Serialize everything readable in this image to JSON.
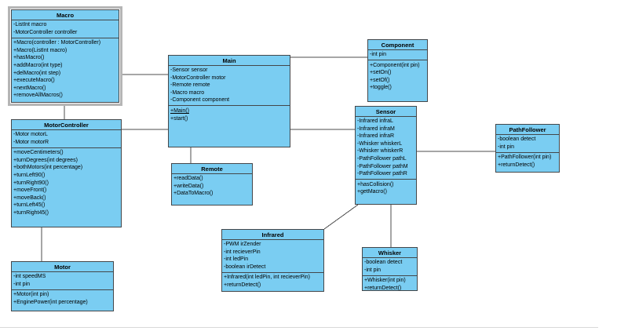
{
  "diagram": {
    "colors": {
      "box_fill": "#7acdf2",
      "box_border": "#44474a",
      "connector": "#4d4d4d",
      "selection_frame": "#b5b5b5",
      "background": "#ffffff"
    },
    "classes": {
      "macro": {
        "title": "Macro",
        "attributes": [
          "-ListInt macro",
          "-MotorController controller"
        ],
        "methods": [
          "+Macro(controller : MotorController)",
          "+Macro(ListInt macro)",
          "+hasMacro()",
          "+addMacro(int type)",
          "+delMacro(int step)",
          "+executeMacro()",
          "+nextMacro()",
          "+removeAllMacros()"
        ]
      },
      "motorcontroller": {
        "title": "MotorController",
        "attributes": [
          "-Motor motorL",
          "-Motor motorR"
        ],
        "methods": [
          "+moveCentimeters()",
          "+turnDegrees(int degrees)",
          "+bothMotors(int percentage)",
          "+turnLeft90()",
          "+turnRight90()",
          "+moveFront()",
          "+moveBack()",
          "+turnLeft45()",
          "+turnRight45()"
        ]
      },
      "motor": {
        "title": "Motor",
        "attributes": [
          "-int speedMS",
          "-int pin"
        ],
        "methods": [
          "+Motor(int pin)",
          "+EnginePower(int percentage)"
        ]
      },
      "main": {
        "title": "Main",
        "attributes": [
          "-Sensor sensor",
          "-MotorController motor",
          "-Remote remote",
          "-Macro macro",
          "-Component component"
        ],
        "methods": [
          {
            "text": "+Main()",
            "underline": true
          },
          "+start()"
        ]
      },
      "remote": {
        "title": "Remote",
        "methods": [
          "+readData()",
          "+writeData()",
          "+DataToMacro()"
        ]
      },
      "component": {
        "title": "Component",
        "attributes": [
          "-int pin"
        ],
        "methods": [
          "+Component(int pin)",
          "+setOn()",
          "+setOf()",
          "+toggle()"
        ]
      },
      "sensor": {
        "title": "Sensor",
        "attributes": [
          "-Infrared infraL",
          "-Infrared infraM",
          "-Infrared infraR",
          "-Whisker whiskerL",
          "-Whisker whiskerR",
          "-PathFollower pathL",
          "-PathFollower pathM",
          "-PathFollower pathR"
        ],
        "methods": [
          "+hasCollision()",
          "+getMacro()"
        ]
      },
      "pathfollower": {
        "title": "PathFollower",
        "attributes": [
          "-boolean detect",
          "-int pin"
        ],
        "methods": [
          "+PathFollower(int pin)",
          "+returnDetect()"
        ]
      },
      "infrared": {
        "title": "Infrared",
        "attributes": [
          "-PWM irZender",
          "-int recieverPin",
          "-int ledPin",
          "-boolean irDetect"
        ],
        "methods": [
          "+Infrared(int ledPin, int recieverPin)",
          "+returnDetect()"
        ]
      },
      "whisker": {
        "title": "Whisker",
        "attributes": [
          "-boolean detect",
          "-int pin"
        ],
        "methods": [
          "+Whisker(int pin)",
          "+returnDetect()"
        ]
      }
    },
    "connectors": [
      {
        "from": "macro",
        "to": "main",
        "points": [
          [
            156,
            95
          ],
          [
            214,
            95
          ]
        ]
      },
      {
        "from": "macro",
        "to": "motorcontroller",
        "points": [
          [
            82,
            135
          ],
          [
            82,
            152
          ]
        ]
      },
      {
        "from": "motorcontroller",
        "to": "main",
        "points": [
          [
            155,
            165
          ],
          [
            214,
            165
          ]
        ]
      },
      {
        "from": "motorcontroller",
        "to": "motor",
        "points": [
          [
            53,
            290
          ],
          [
            53,
            333
          ]
        ]
      },
      {
        "from": "main",
        "to": "remote",
        "points": [
          [
            243,
            188
          ],
          [
            243,
            208
          ]
        ]
      },
      {
        "from": "main",
        "to": "component",
        "points": [
          [
            370,
            73
          ],
          [
            468,
            73
          ]
        ]
      },
      {
        "from": "main",
        "to": "sensor",
        "points": [
          [
            370,
            165
          ],
          [
            452,
            165
          ]
        ]
      },
      {
        "from": "sensor",
        "to": "pathfollower",
        "points": [
          [
            531,
            193
          ],
          [
            631,
            193
          ]
        ]
      },
      {
        "from": "sensor",
        "to": "whisker",
        "points": [
          [
            498,
            261
          ],
          [
            498,
            315
          ]
        ]
      },
      {
        "from": "sensor",
        "to": "infrared",
        "points": [
          [
            456,
            261
          ],
          [
            413,
            292
          ]
        ]
      }
    ]
  }
}
